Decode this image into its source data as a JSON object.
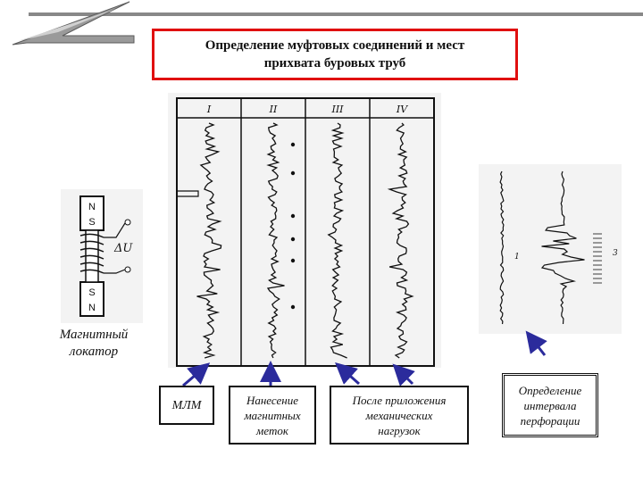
{
  "title": {
    "line1": "Определение муфтовых соединений и мест",
    "line2": "прихвата буровых труб"
  },
  "locator": {
    "caption_line1": "Магнитный",
    "caption_line2": "локатор",
    "pole_top": [
      "N",
      "S"
    ],
    "pole_bottom": [
      "S",
      "N"
    ],
    "voltage_label": "ΔU"
  },
  "logs": {
    "column_labels": [
      "I",
      "II",
      "III",
      "IV"
    ]
  },
  "perforation_log": {
    "marker_left": "1",
    "marker_right": "3"
  },
  "captions": {
    "mlm": "МЛМ",
    "marks_line1": "Нанесение",
    "marks_line2": "магнитных",
    "marks_line3": "меток",
    "after_line1": "После приложения",
    "after_line2": "механических",
    "after_line3": "нагрузок",
    "perf_line1": "Определение",
    "perf_line2": "интервала",
    "perf_line3": "перфорации"
  },
  "colors": {
    "title_border": "#e01010",
    "arrow": "#2b2b9c",
    "ink": "#111111"
  }
}
